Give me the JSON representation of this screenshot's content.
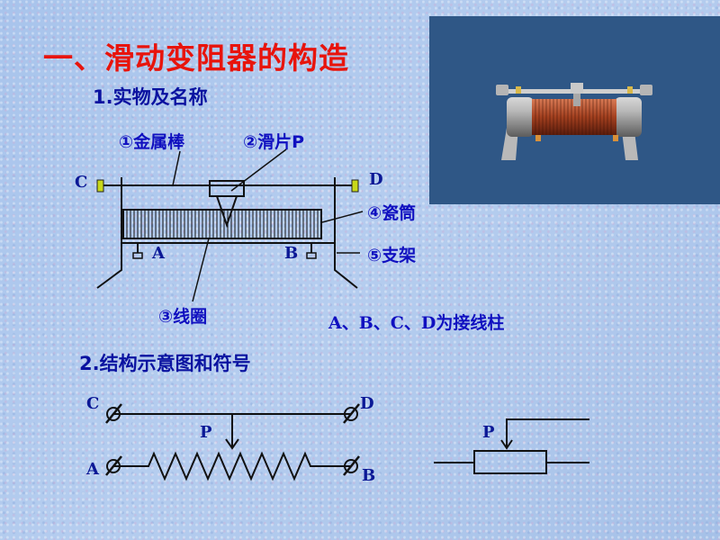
{
  "title": "一、滑动变阻器的构造",
  "section1": "1.实物及名称",
  "section2": "2.结构示意图和符号",
  "parts": {
    "metal_rod": "①金属棒",
    "slider": "②滑片P",
    "porcelain_tube": "④瓷筒",
    "bracket": "⑤支架",
    "coil": "③线圈"
  },
  "terminals_note": "A、B、C、D为接线柱",
  "labels": {
    "C": "C",
    "D": "D",
    "A": "A",
    "B": "B",
    "P": "P"
  },
  "colors": {
    "title": "#e8140c",
    "text": "#1010c0",
    "photo_bg": "#2f5786"
  }
}
